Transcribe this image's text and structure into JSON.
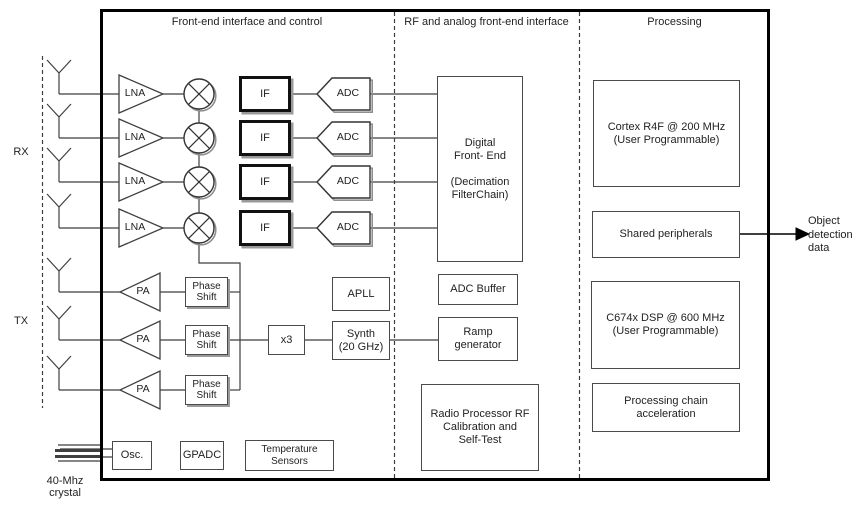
{
  "titles": {
    "frontend": "Front-end interface and control",
    "rf": "RF and analog front-end interface",
    "processing": "Processing"
  },
  "groups": {
    "rx": "RX",
    "tx": "TX"
  },
  "chain": {
    "lna": "LNA",
    "if": "IF",
    "adc": "ADC",
    "pa": "PA",
    "phase_shift": "Phase\nShift"
  },
  "blocks": {
    "dfe": "Digital\nFront- End\n\n(Decimation\nFilterChain)",
    "apll": "APLL",
    "x3": "x3",
    "synth": "Synth\n(20 GHz)",
    "adc_buffer": "ADC Buffer",
    "ramp_generator": "Ramp\ngenerator",
    "radio_processor": "Radio Processor RF\nCalibration and\nSelf-Test",
    "cortex_r4f": "Cortex R4F @ 200 MHz\n(User Programmable)",
    "shared_peripherals": "Shared peripherals",
    "c674x_dsp": "C674x DSP @ 600 MHz\n(User Programmable)",
    "processing_chain": "Processing chain\nacceleration",
    "osc": "Osc.",
    "gpadc": "GPADC",
    "temperature_sensors": "Temperature\nSensors"
  },
  "annotations": {
    "crystal": "40-Mhz\ncrystal",
    "output": "Object\ndetection\ndata"
  },
  "rx_channels": 4,
  "tx_channels": 3,
  "colors": {
    "line": "#3f3f3f",
    "box_border": "#4a4a4a",
    "bold_border": "#111111",
    "shadow": "#8f8f8f",
    "arrow": "#000000",
    "text": "#1f1f1f",
    "background": "#ffffff"
  }
}
